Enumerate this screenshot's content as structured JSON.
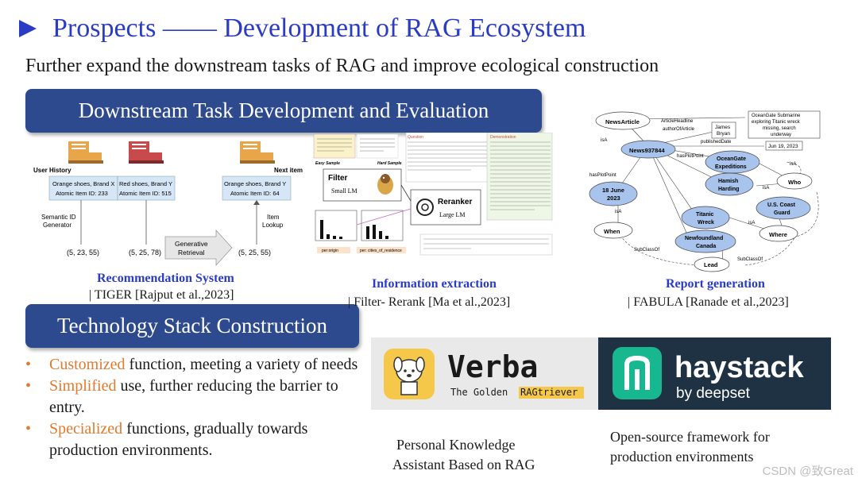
{
  "header": {
    "title": "Prospects —— Development of RAG Ecosystem",
    "subtitle": "Further expand the downstream tasks of RAG and improve ecological construction"
  },
  "sections": {
    "downstream_banner": "Downstream Task  Development and Evaluation",
    "stack_banner": "Technology Stack Construction"
  },
  "recommendation": {
    "user_history_label": "User History",
    "next_item_label": "Next item",
    "item_a": "Orange shoes, Brand X\nAtomic Item ID: 233",
    "item_b": "Red shoes, Brand Y\nAtomic Item ID: 515",
    "item_c": "Orange shoes, Brand Y\nAtomic Item ID: 64",
    "semantic_gen": "Semantic ID\nGenerator",
    "item_lookup": "Item\nLookup",
    "gen_retrieval": "Generative\nRetrieval",
    "ids": [
      "(5, 23, 55)",
      "(5, 25, 78)",
      "(5, 25, 55)"
    ],
    "caption_title": "Recommendation System",
    "caption_ref": "| TIGER [Rajput et al.,2023]"
  },
  "extraction": {
    "easy_sample": "Easy Sample",
    "hard_sample": "Hard Sample",
    "filter_label": "Filter",
    "small_lm": "Small LM",
    "reranker_label": "Reranker",
    "large_lm": "Large LM",
    "bar_label_1": "per:origin",
    "bar_label_2": "per: cities_of_residence",
    "question_label": "Question",
    "demo_label": "Demonstration",
    "caption_title": "Information extraction",
    "caption_ref": "| Filter- Rerank [Ma et al.,2023]"
  },
  "report": {
    "nodes": {
      "news_article": "NewsArticle",
      "news_id": "News937844",
      "june": "18 June\n2023",
      "when": "When",
      "oceangate": "OceanGate\nExpeditions",
      "hamish": "Hamish\nHarding",
      "who": "Who",
      "titanic": "Titanic\nWreck",
      "coast_guard": "U.S. Coast\nGuard",
      "where": "Where",
      "newfoundland": "Newfoundland\nCanada",
      "lead": "Lead",
      "james": "James\nBryan",
      "headline": "OceanGate Submarine\nexploring Titanic wreck\nmissing, search\nunderway",
      "pubdate": "Jun 19, 2023"
    },
    "edges": {
      "article_headline": "ArticleHeadline",
      "author_of_article": "authorOfArticle",
      "published_date": "publishedDate",
      "has_plot_point": "hasPlotPoint",
      "isa": "isA",
      "subclass_of": "SubClassOf"
    },
    "caption_title": "Report generation",
    "caption_ref": "| FABULA [Ranade et al.,2023]"
  },
  "bullets": [
    {
      "highlight": "Customized",
      "rest": " function, meeting a variety of needs"
    },
    {
      "highlight": "Simplified",
      "rest": " use, further reducing the barrier to entry."
    },
    {
      "highlight": "Specialized",
      "rest": " functions, gradually towards production environments."
    }
  ],
  "tools": {
    "verba_name": "Verba",
    "verba_tagline_prefix": "The Golden ",
    "verba_tagline_highlight": "RAGtriever",
    "verba_caption": "Personal Knowledge\nAssistant Based on RAG",
    "haystack_name": "haystack",
    "haystack_sub": "by deepset",
    "haystack_caption": "Open-source framework for\nproduction environments"
  },
  "watermark": "CSDN @致Great",
  "colors": {
    "title_blue": "#2b3cc4",
    "banner": "#2e4a8e",
    "accent_orange": "#e07a2e",
    "node_blue": "#a9c4ec",
    "verba_yellow": "#f5c84a",
    "haystack_dark": "#1f3243"
  }
}
